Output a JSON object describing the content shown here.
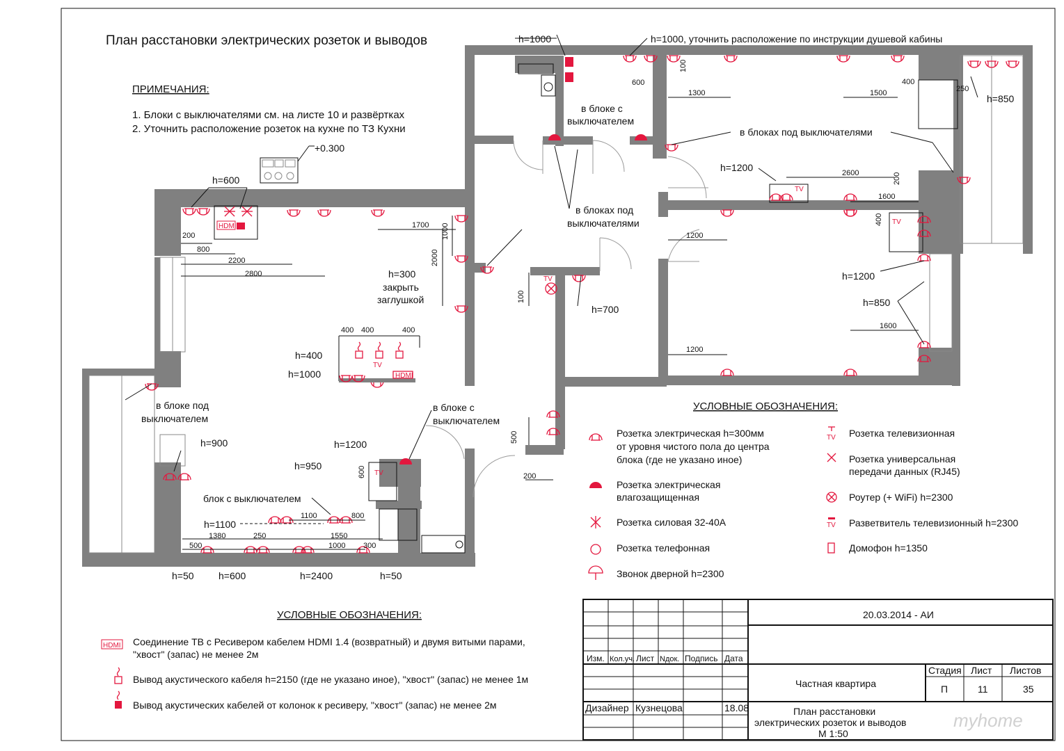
{
  "title": "План расстановки электрических розеток и выводов",
  "notes": {
    "heading": "ПРИМЕЧАНИЯ:",
    "items": [
      "1.  Блоки с выключателями см. на листе 10 и развёртках",
      "2.  Уточнить расположение розеток на кухне по ТЗ Кухни"
    ]
  },
  "plan_labels": {
    "h1000_top": "h=1000",
    "shower_note": "h=1000, уточнить расположение по инструкции душевой кабины",
    "plus0300": "+0.300",
    "h600_kitchen": "h=600",
    "hdmi_mark": "HDMI",
    "bath_block": "в блоке с\nвыключателем",
    "blocks_under_switches_1": "в блоках под выключателями",
    "blocks_under_switches_2": "в блоках под\nвыключателями",
    "h300_plug": "h=300\nзакрыть\nзаглушкой",
    "h1200_bed1": "h=1200",
    "h850_right": "h=850",
    "h1200_bed2": "h=1200",
    "h850_bed2": "h=850",
    "h700": "h=700",
    "h400": "h=400",
    "h1000_table": "h=1000",
    "block_under_switch_left": "в блоке под\nвыключателем",
    "h900": "h=900",
    "block_with_switch_hall": "в блоке с\nвыключателем",
    "h1200_tv": "h=1200",
    "h950": "h=950",
    "block_with_switch": "блок с выключателем",
    "h1100": "h=1100",
    "h50_a": "h=50",
    "h600_bottom": "h=600",
    "h2400": "h=2400",
    "h50_b": "h=50"
  },
  "dimensions": {
    "d1300": "1300",
    "d600": "600",
    "d100": "100",
    "d1500": "1500",
    "d400_top": "400",
    "d250_top": "250",
    "d2600": "2600",
    "d200_r": "200",
    "d1600_top": "1600",
    "d1200_c": "1200",
    "d400_tv": "400",
    "d1600_bot": "1600",
    "d1200_b": "1200",
    "d1700": "1700",
    "d1000_v": "1000",
    "d2000_v": "2000",
    "d200_k": "200",
    "d800_k": "800",
    "d2200": "2200",
    "d2800": "2800",
    "d400a": "400",
    "d400b": "400",
    "d400c": "400",
    "d100_v": "100",
    "d500_v": "500",
    "d200_h": "200",
    "d600_v": "600",
    "d1100": "1100",
    "d800_b": "800",
    "d1380": "1380",
    "d250_b": "250",
    "d1550": "1550",
    "d500_b": "500",
    "d1000_b": "1000",
    "d300_b": "300"
  },
  "legend_right": {
    "heading": "УСЛОВНЫЕ ОБОЗНАЧЕНИЯ:",
    "items": [
      {
        "icon": "socket-icon",
        "label": "Розетка электрическая h=300мм\nот уровня чистого пола до центра\nблока (где не указано иное)"
      },
      {
        "icon": "waterproof-socket-icon",
        "label": "Розетка электрическая\nвлагозащищенная"
      },
      {
        "icon": "power-socket-icon",
        "label": "Розетка силовая 32-40А"
      },
      {
        "icon": "phone-socket-icon",
        "label": "Розетка телефонная"
      },
      {
        "icon": "doorbell-icon",
        "label": "Звонок дверной h=2300"
      },
      {
        "icon": "tv-socket-icon",
        "label": "Розетка телевизионная"
      },
      {
        "icon": "rj45-socket-icon",
        "label": "Розетка универсальная\nпередачи данных (RJ45)"
      },
      {
        "icon": "router-icon",
        "label": "Роутер (+ WiFi) h=2300"
      },
      {
        "icon": "tv-splitter-icon",
        "label": "Разветвитель телевизионный  h=2300"
      },
      {
        "icon": "intercom-icon",
        "label": "Домофон h=1350"
      }
    ]
  },
  "legend_bottom": {
    "heading": "УСЛОВНЫЕ ОБОЗНАЧЕНИЯ:",
    "items": [
      {
        "icon": "hdmi-icon",
        "label": "Соединение ТВ с Ресивером кабелем HDMI 1.4 (возвратный) и двумя витыми парами,\n\"хвост\" (запас) не менее 2м"
      },
      {
        "icon": "acoustic-outlet-icon",
        "label": "Вывод акустического кабеля h=2150 (где не указано иное), \"хвост\" (запас) не менее 1м"
      },
      {
        "icon": "acoustic-outlet-filled-icon",
        "label": "Вывод акустических кабелей от колонок к ресиверу, \"хвост\" (запас) не менее 2м"
      }
    ]
  },
  "title_block": {
    "date": "20.03.2014 - АИ",
    "headers": [
      "Изм.",
      "Кол.уч.",
      "Лист",
      "Nдок.",
      "Подпись",
      "Дата"
    ],
    "project": "Частная квартира",
    "stage_label": "Стадия",
    "sheet_label": "Лист",
    "sheets_label": "Листов",
    "stage": "П",
    "sheet": "11",
    "sheets": "35",
    "role": "Дизайнер",
    "name": "Кузнецова",
    "sign_date": "18.08",
    "drawing_title": "План расстановки\nэлектрических розеток и выводов\nМ 1:50"
  },
  "watermark": "myhome",
  "colors": {
    "wall": "#808080",
    "accent": "#e3173e",
    "line": "#111111"
  }
}
